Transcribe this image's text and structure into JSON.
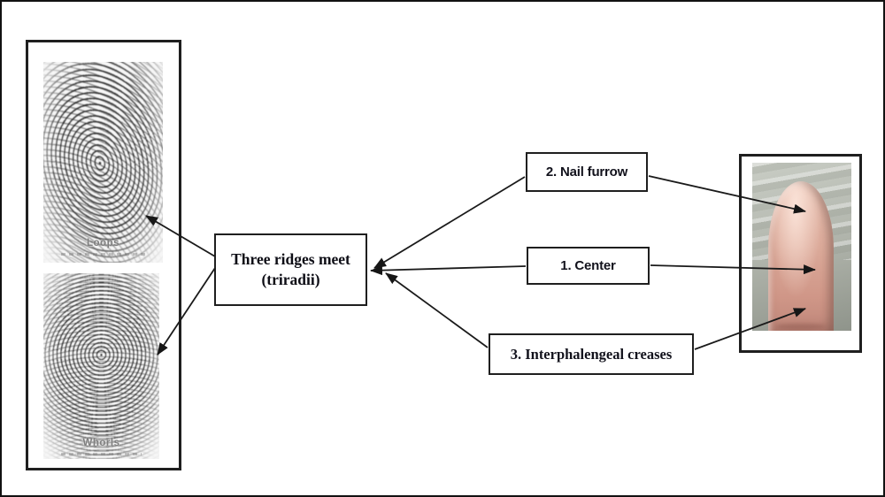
{
  "colors": {
    "ink": "#1a1a1a",
    "paper": "#ffffff",
    "caption_gray": "#7e7e7e",
    "skin": "#dcab9b"
  },
  "left_panel": {
    "fingerprints": [
      {
        "caption": "Loops"
      },
      {
        "caption": "Whorls"
      }
    ]
  },
  "center_box": {
    "line1": "Three ridges meet",
    "line2": "(triradii)"
  },
  "callouts": [
    {
      "text": "2. Nail furrow"
    },
    {
      "text": "1. Center"
    },
    {
      "text": "3. Interphalengeal creases"
    }
  ]
}
